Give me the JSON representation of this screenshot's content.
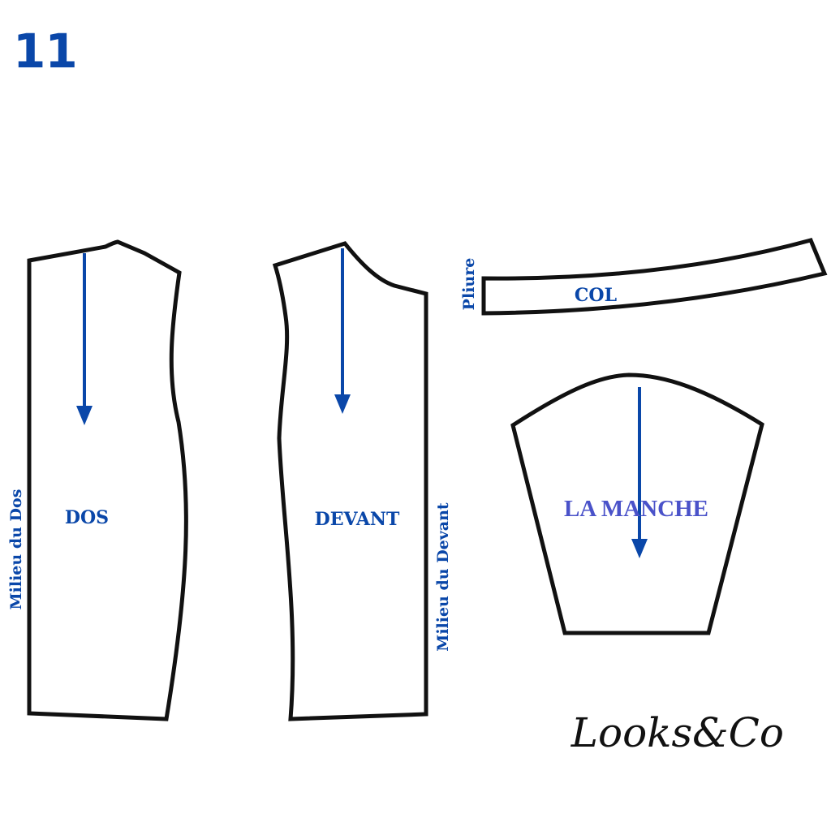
{
  "step": {
    "number": "11"
  },
  "pieces": {
    "dos": {
      "label": "DOS",
      "side_label": "Milieu du Dos"
    },
    "devant": {
      "label": "DEVANT",
      "side_label": "Milieu du Devant"
    },
    "col": {
      "label": "COL",
      "side_label": "Pliure"
    },
    "manche": {
      "label": "LA MANCHE"
    }
  },
  "logo": {
    "text": "Looks&Co"
  },
  "colors": {
    "accent": "#0a47a9",
    "sleeve_label": "#4a52c9",
    "outline": "#111111",
    "background": "#ffffff"
  }
}
